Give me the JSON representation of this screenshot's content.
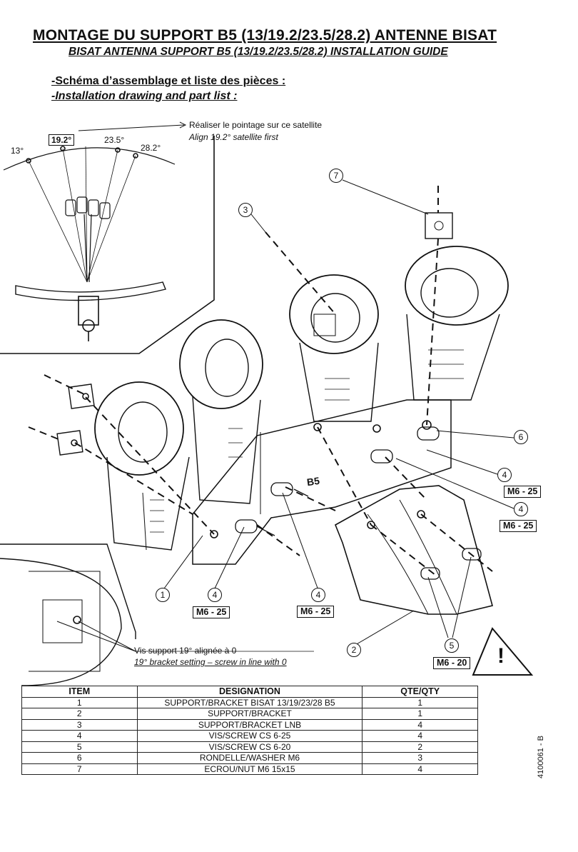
{
  "header": {
    "title_fr": "MONTAGE DU SUPPORT B5 (13/19.2/23.5/28.2) ANTENNE BISAT",
    "title_en": "BISAT ANTENNA SUPPORT B5 (13/19.2/23.5/28.2) INSTALLATION GUIDE",
    "subtitle_fr": "-Schéma d’assemblage et liste des pièces :",
    "subtitle_en": "-Installation drawing and part list :"
  },
  "satellite_inset": {
    "angles": [
      "13°",
      "19.2°",
      "23.5°",
      "28.2°"
    ],
    "note_fr": "Réaliser le pointage sur ce satellite",
    "note_en": "Align 19.2° satellite first"
  },
  "drawing": {
    "callouts": [
      "1",
      "2",
      "3",
      "4",
      "4",
      "4",
      "4",
      "5",
      "6",
      "7"
    ],
    "screw_labels": [
      "M6 - 25",
      "M6 - 25",
      "M6 - 25",
      "M6 - 25",
      "M6 - 20"
    ],
    "plate_marking": "B5",
    "warning_symbol": "!"
  },
  "detail_inset": {
    "note_fr": "Vis support 19° alignée à 0",
    "note_en": "19° bracket setting – screw in line with 0"
  },
  "parts_table": {
    "headers": [
      "ITEM",
      "DESIGNATION",
      "QTE/QTY"
    ],
    "rows": [
      [
        "1",
        "SUPPORT/BRACKET BISAT 13/19/23/28 B5",
        "1"
      ],
      [
        "2",
        "SUPPORT/BRACKET",
        "1"
      ],
      [
        "3",
        "SUPPORT/BRACKET LNB",
        "4"
      ],
      [
        "4",
        "VIS/SCREW CS 6-25",
        "4"
      ],
      [
        "5",
        "VIS/SCREW CS 6-20",
        "2"
      ],
      [
        "6",
        "RONDELLE/WASHER M6",
        "3"
      ],
      [
        "7",
        "ECROU/NUT M6 15x15",
        "4"
      ]
    ]
  },
  "footer": {
    "doc_ref": "4100061 - B"
  }
}
